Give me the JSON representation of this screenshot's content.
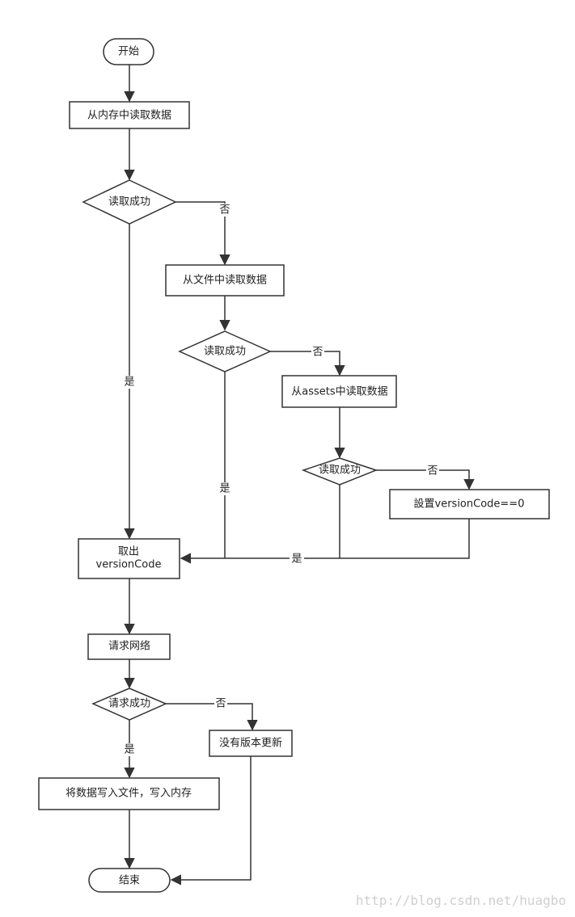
{
  "diagram": {
    "nodes": {
      "start": "开始",
      "read_memory": "从内存中读取数据",
      "decision_memory": "读取成功",
      "read_file": "从文件中读取数据",
      "decision_file": "读取成功",
      "read_assets": "从assets中读取数据",
      "decision_assets": "读取成功",
      "set_version_zero": "設置versionCode==0",
      "fetch_version_line1": "取出",
      "fetch_version_line2": "versionCode",
      "request_network": "请求网络",
      "decision_request": "请求成功",
      "no_update": "没有版本更新",
      "write_data": "将数据写入文件，写入内存",
      "end": "结束"
    },
    "edge_labels": {
      "memory_no": "否",
      "memory_yes": "是",
      "file_no": "否",
      "file_yes": "是",
      "assets_no": "否",
      "assets_yes": "是",
      "request_no": "否",
      "request_yes": "是"
    }
  },
  "watermark": "http://blog.csdn.net/huagbo"
}
